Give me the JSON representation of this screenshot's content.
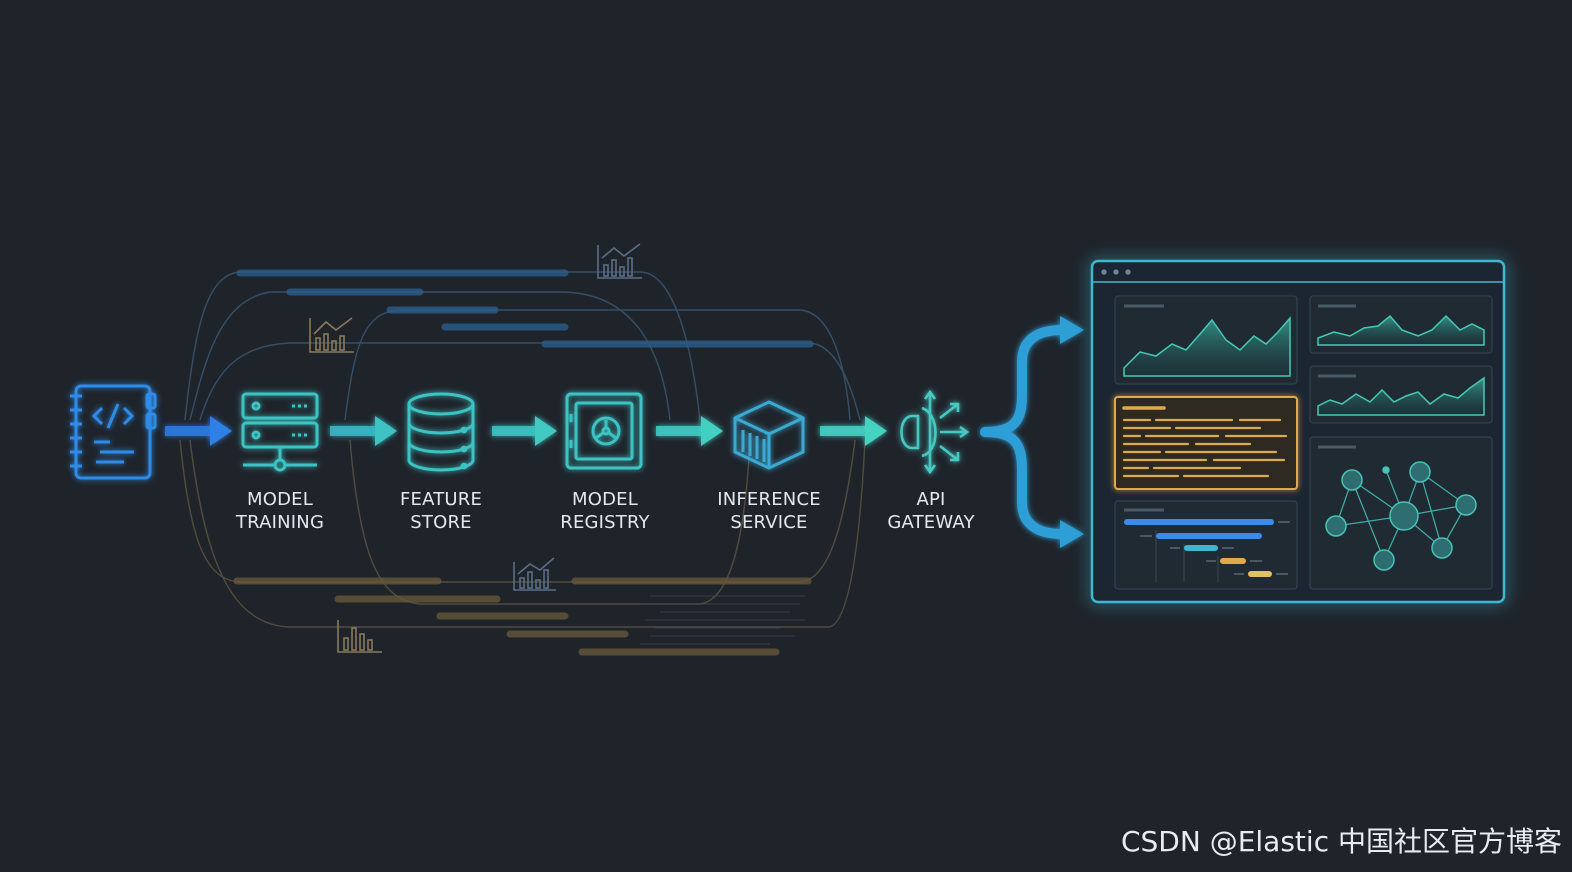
{
  "stages": [
    {
      "id": "model-training",
      "line1": "MODEL",
      "line2": "TRAINING"
    },
    {
      "id": "feature-store",
      "line1": "FEATURE",
      "line2": "STORE"
    },
    {
      "id": "model-registry",
      "line1": "MODEL",
      "line2": "REGISTRY"
    },
    {
      "id": "inference-service",
      "line1": "INFERENCE",
      "line2": "SERVICE"
    },
    {
      "id": "api-gateway",
      "line1": "API",
      "line2": "GATEWAY"
    }
  ],
  "icons": [
    "code-notebook-icon",
    "server-icon",
    "database-icon",
    "vault-icon",
    "container-cube-icon",
    "api-gateway-icon"
  ],
  "colors": {
    "background": "#1f242b",
    "blue": "#3b8be8",
    "teal": "#3fc7c0",
    "amber": "#e0a94a",
    "dashboard_border": "#3fb7d0"
  },
  "watermark": "CSDN @Elastic 中国社区官方博客"
}
